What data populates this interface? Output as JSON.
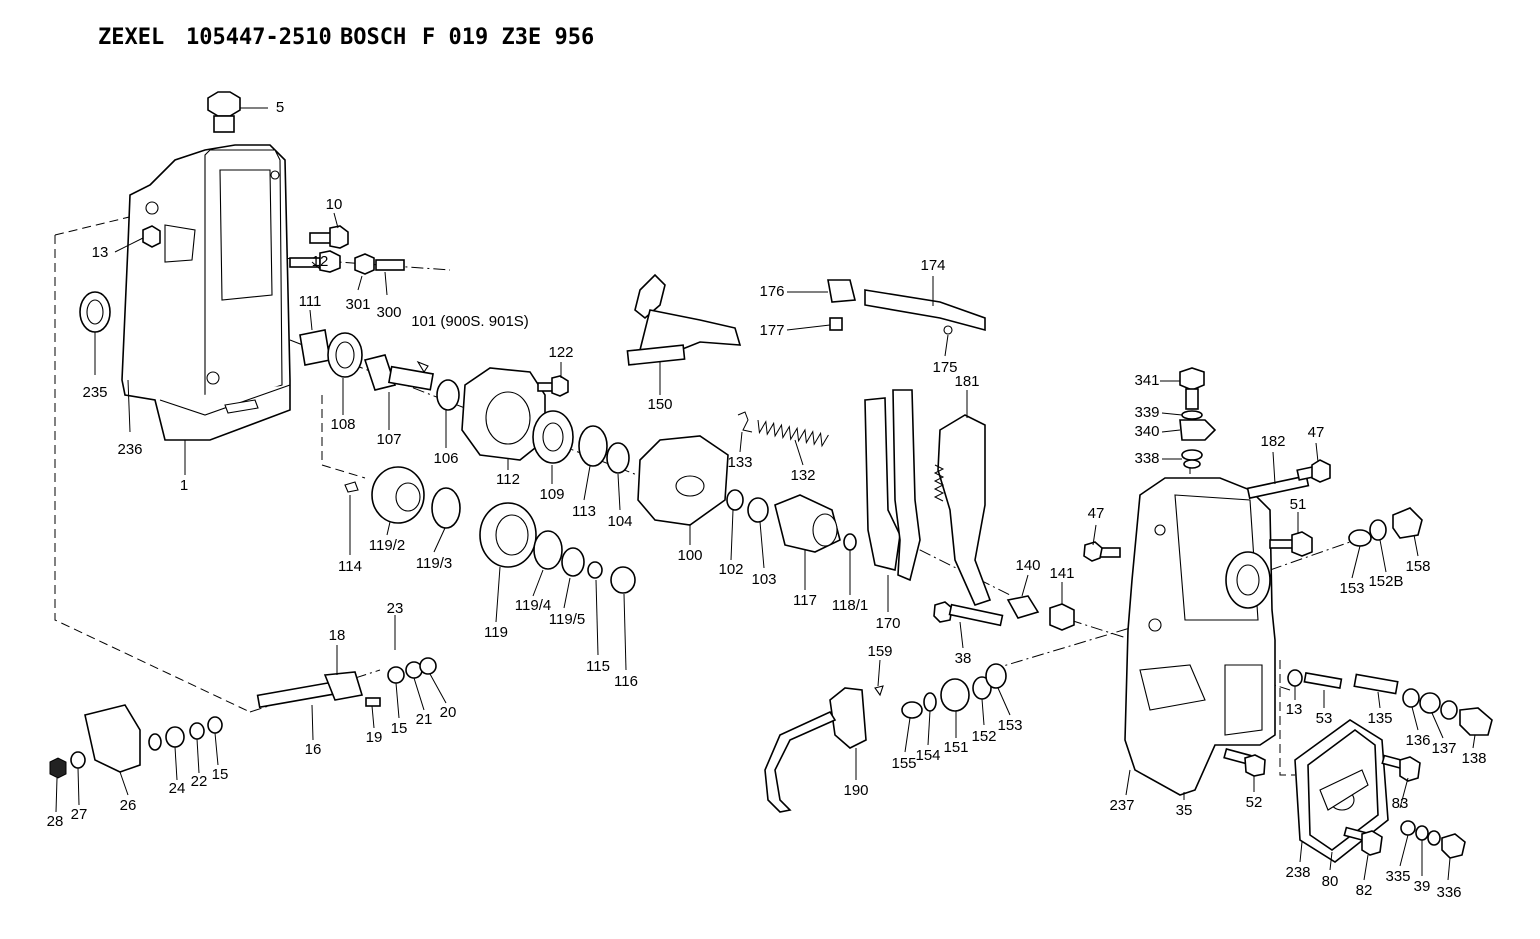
{
  "header": {
    "brand": "ZEXEL",
    "zexel_number": "105447-2510",
    "maker": "BOSCH",
    "bosch_number": "F 019 Z3E 956"
  },
  "callouts": {
    "c1": "1",
    "c5": "5",
    "c10": "10",
    "c12": "12",
    "c13a": "13",
    "c13b": "13",
    "c15a": "15",
    "c15b": "15",
    "c16": "16",
    "c18": "18",
    "c19": "19",
    "c20": "20",
    "c21": "21",
    "c22": "22",
    "c23": "23",
    "c24": "24",
    "c26": "26",
    "c27": "27",
    "c28": "28",
    "c35": "35",
    "c38": "38",
    "c39": "39",
    "c47a": "47",
    "c47b": "47",
    "c51": "51",
    "c52": "52",
    "c53": "53",
    "c80": "80",
    "c82": "82",
    "c83": "83",
    "c100": "100",
    "c101": "101 (900S. 901S)",
    "c102": "102",
    "c103": "103",
    "c104": "104",
    "c106": "106",
    "c107": "107",
    "c108": "108",
    "c109": "109",
    "c111": "111",
    "c112": "112",
    "c113": "113",
    "c114": "114",
    "c115": "115",
    "c116": "116",
    "c117": "117",
    "c118_1": "118/1",
    "c119": "119",
    "c119_2": "119/2",
    "c119_3": "119/3",
    "c119_4": "119/4",
    "c119_5": "119/5",
    "c122": "122",
    "c132": "132",
    "c133": "133",
    "c135": "135",
    "c136": "136",
    "c137": "137",
    "c138": "138",
    "c140": "140",
    "c141": "141",
    "c150": "150",
    "c151": "151",
    "c152": "152",
    "c152b": "152B",
    "c153a": "153",
    "c153b": "153",
    "c154": "154",
    "c155": "155",
    "c158": "158",
    "c159": "159",
    "c170": "170",
    "c174": "174",
    "c175": "175",
    "c176": "176",
    "c177": "177",
    "c181": "181",
    "c182": "182",
    "c190": "190",
    "c235": "235",
    "c236": "236",
    "c237": "237",
    "c238": "238",
    "c300": "300",
    "c301": "301",
    "c335": "335",
    "c336": "336",
    "c338": "338",
    "c339": "339",
    "c340": "340",
    "c341": "341"
  }
}
